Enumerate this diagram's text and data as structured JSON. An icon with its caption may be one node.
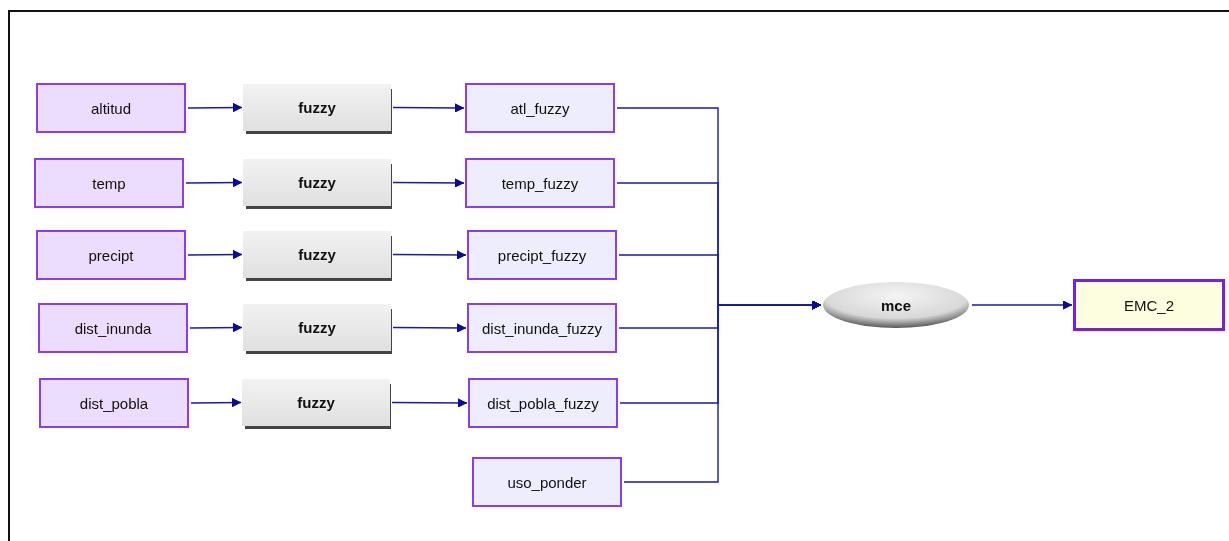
{
  "diagram": {
    "nodes": [
      {
        "text": [
          "altitud"
        ]
      },
      {
        "text": [
          "fuzzy"
        ]
      },
      {
        "text": [
          "atl_fuzzy"
        ]
      },
      {
        "text": [
          "temp"
        ]
      },
      {
        "text": [
          "fuzzy"
        ]
      },
      {
        "text": [
          "temp_fuzzy"
        ]
      },
      {
        "text": [
          "precipt"
        ]
      },
      {
        "text": [
          "fuzzy"
        ]
      },
      {
        "text": [
          "precipt_fuzzy"
        ]
      },
      {
        "text": [
          "dist_inunda"
        ]
      },
      {
        "text": [
          "fuzzy"
        ]
      },
      {
        "text": [
          "dist_inunda_fuzzy"
        ]
      },
      {
        "text": [
          "dist_pobla"
        ]
      },
      {
        "text": [
          "fuzzy"
        ]
      },
      {
        "text": [
          "dist_pobla_fuzzy"
        ]
      },
      {
        "text": [
          "uso_ponder"
        ]
      },
      {
        "text": [
          "mce"
        ]
      },
      {
        "text": [
          "EMC_2"
        ]
      }
    ],
    "edges": [
      {
        "from": 0,
        "to": 1,
        "arrow": "to"
      },
      {
        "from": 1,
        "to": 2,
        "arrow": "to"
      },
      {
        "from": 3,
        "to": 4,
        "arrow": "to"
      },
      {
        "from": 4,
        "to": 5,
        "arrow": "to"
      },
      {
        "from": 6,
        "to": 7,
        "arrow": "to"
      },
      {
        "from": 7,
        "to": 8,
        "arrow": "to"
      },
      {
        "from": 9,
        "to": 10,
        "arrow": "to"
      },
      {
        "from": 10,
        "to": 11,
        "arrow": "to"
      },
      {
        "from": 12,
        "to": 13,
        "arrow": "to"
      },
      {
        "from": 13,
        "to": 14,
        "arrow": "to"
      },
      {
        "from": 2,
        "to": 16,
        "arrow": "to"
      },
      {
        "from": 5,
        "to": 16,
        "arrow": "to"
      },
      {
        "from": 8,
        "to": 16,
        "arrow": "to"
      },
      {
        "from": 11,
        "to": 16,
        "arrow": "to"
      },
      {
        "from": 14,
        "to": 16,
        "arrow": "to"
      },
      {
        "from": 15,
        "to": 16,
        "arrow": "to"
      },
      {
        "from": 16,
        "to": 17,
        "arrow": "to"
      }
    ]
  }
}
